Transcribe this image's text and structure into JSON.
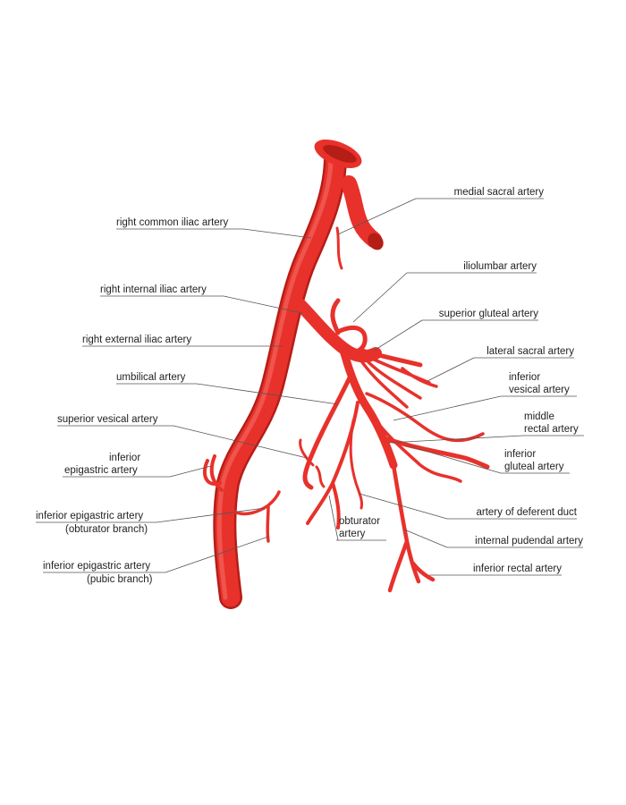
{
  "colors": {
    "artery": "#e8312b",
    "artery_dark": "#b51d17",
    "artery_light": "#f2645c",
    "leader": "#555555",
    "text": "#222222"
  },
  "labels": {
    "medial_sacral": "medial sacral artery",
    "right_common_iliac": "right common iliac artery",
    "iliolumbar": "iliolumbar artery",
    "right_internal_iliac": "right internal iliac artery",
    "superior_gluteal": "superior gluteal artery",
    "right_external_iliac": "right external iliac artery",
    "lateral_sacral": "lateral sacral artery",
    "umbilical": "umbilical artery",
    "inferior_vesical_1": "inferior",
    "inferior_vesical_2": "vesical artery",
    "superior_vesical": "superior vesical artery",
    "middle_rectal_1": "middle",
    "middle_rectal_2": "rectal artery",
    "inferior_epigastric_1": "inferior",
    "inferior_epigastric_2": "epigastric artery",
    "inferior_gluteal_1": "inferior",
    "inferior_gluteal_2": "gluteal artery",
    "deferent_duct": "artery of deferent duct",
    "epigastric_obturator_1": "inferior epigastric artery",
    "epigastric_obturator_2": "(obturator branch)",
    "obturator_1": "obturator",
    "obturator_2": "artery",
    "internal_pudendal": "internal pudendal artery",
    "epigastric_pubic_1": "inferior epigastric artery",
    "epigastric_pubic_2": "(pubic branch)",
    "inferior_rectal": "inferior rectal artery"
  }
}
